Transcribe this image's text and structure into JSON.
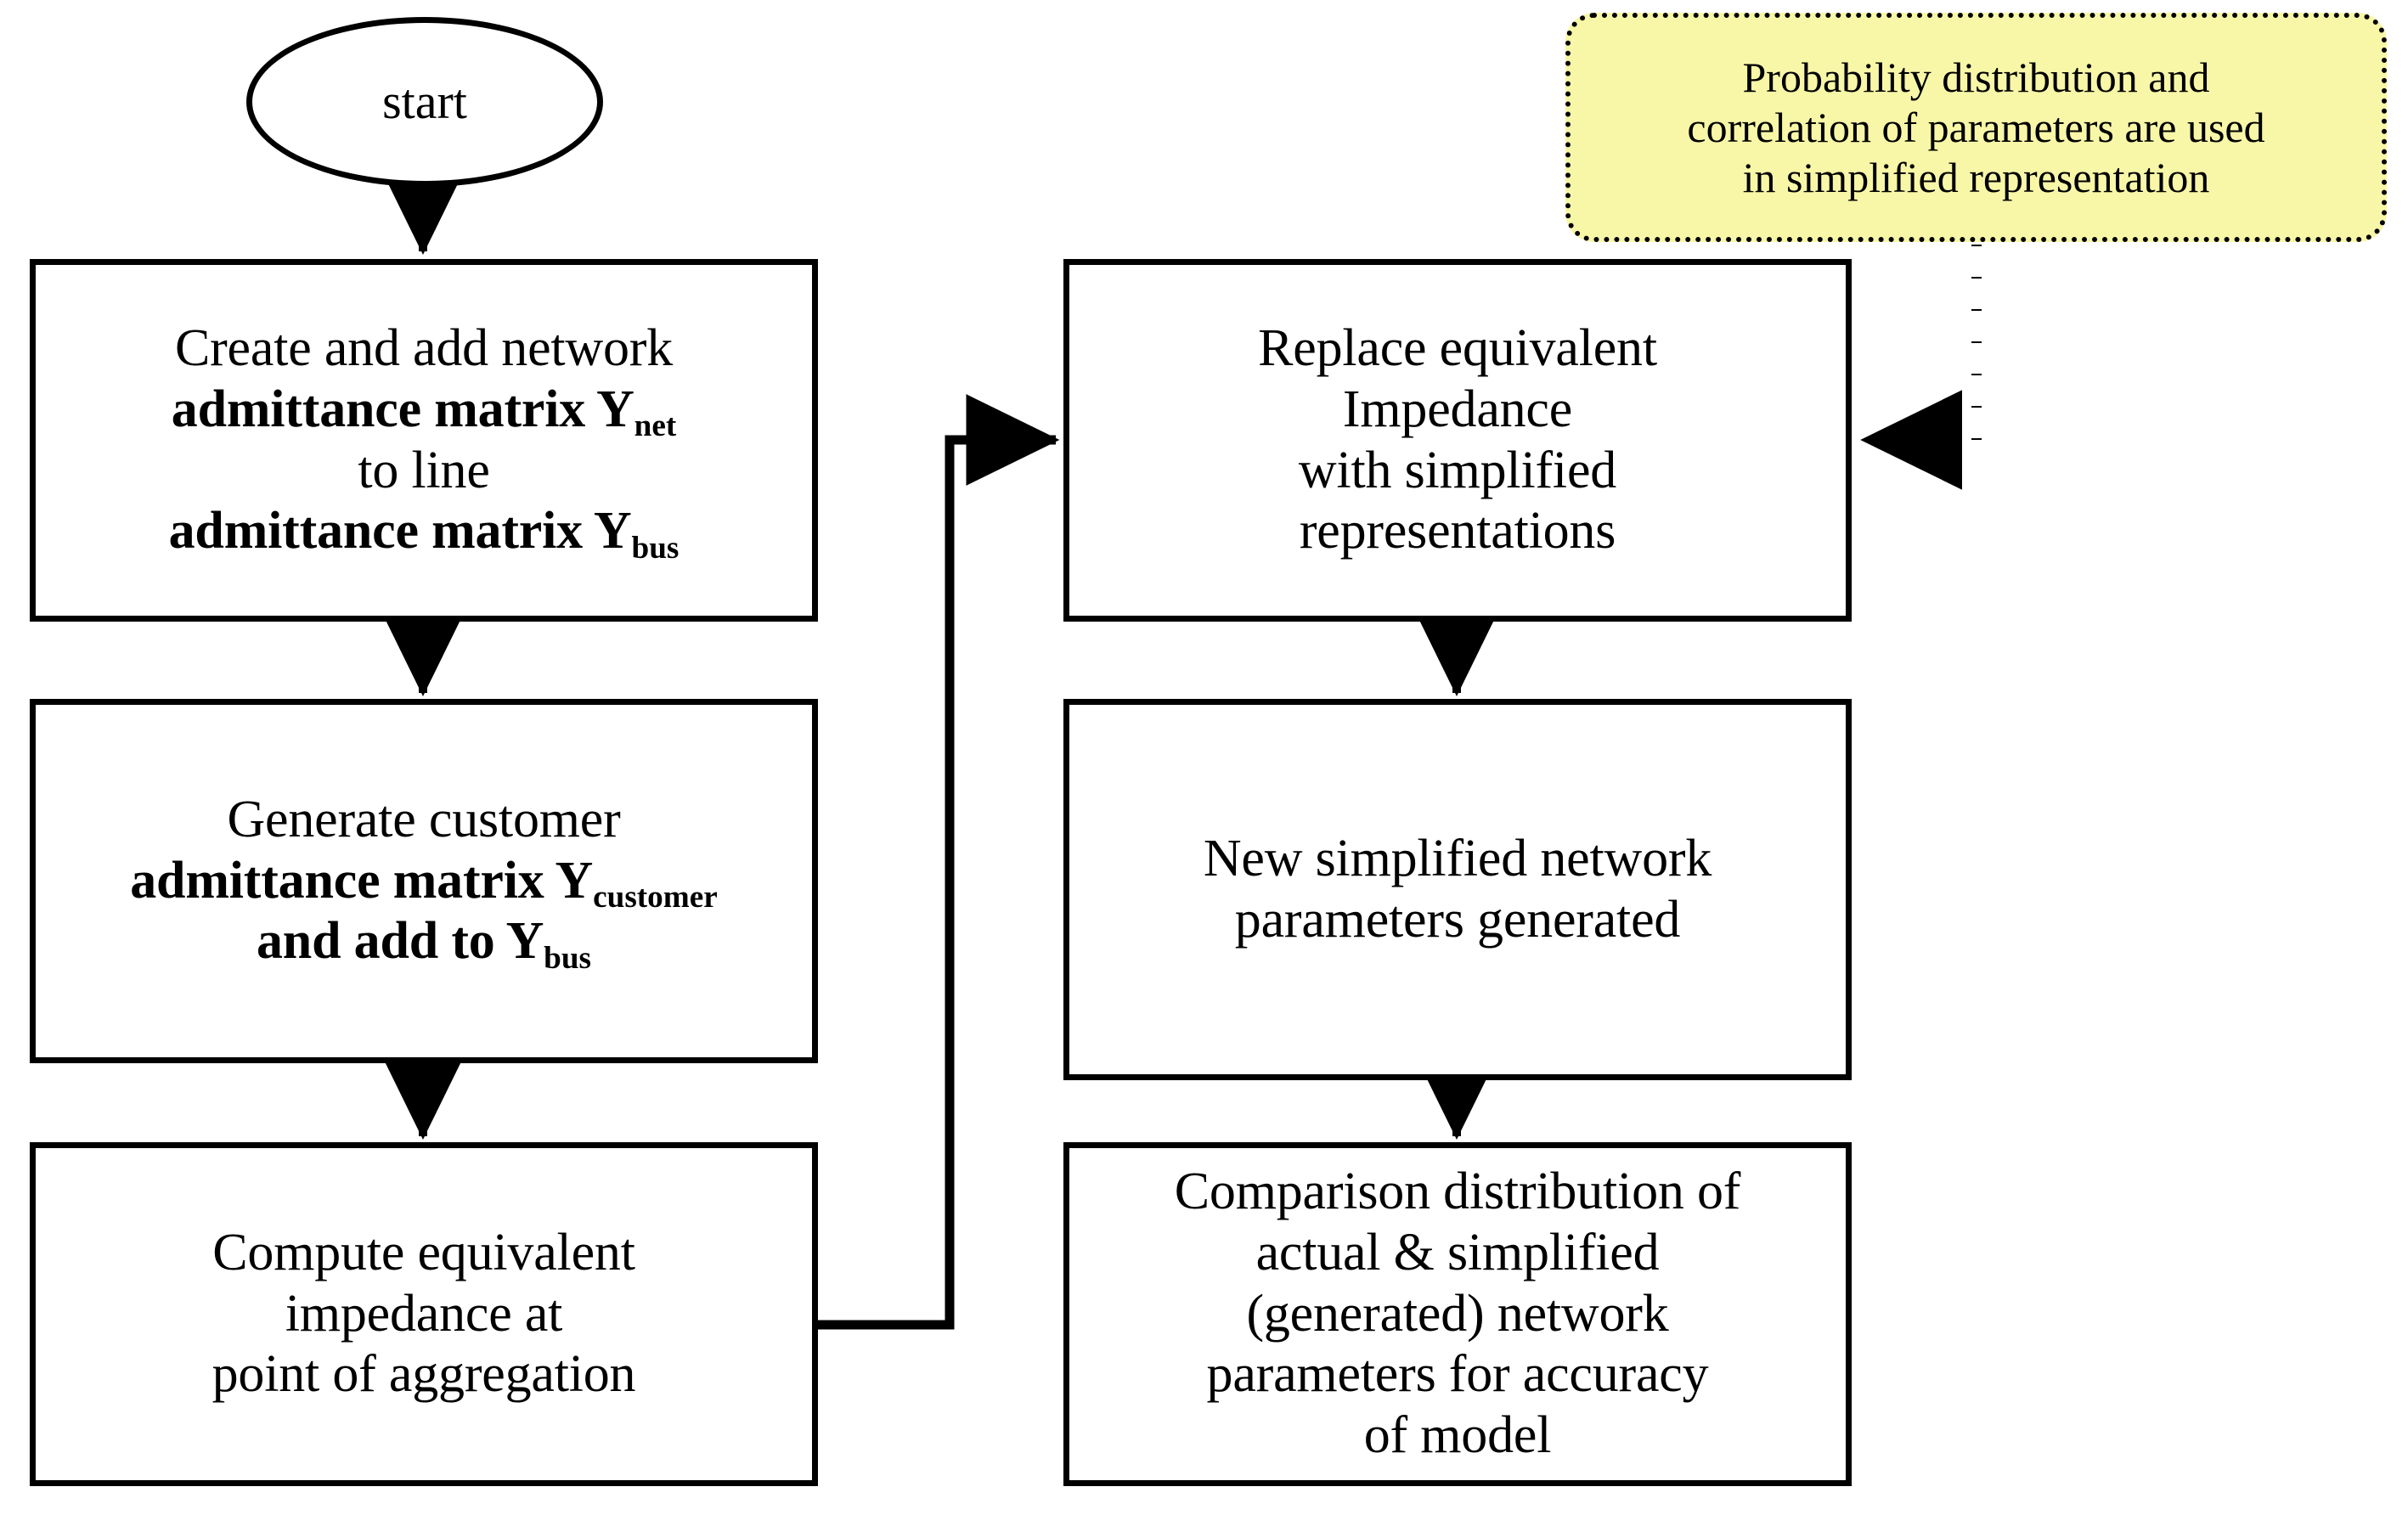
{
  "diagram": {
    "title": "Network simplification flowchart",
    "background_color": "#ffffff",
    "stroke_color": "#000000",
    "note_fill_color": "#f8f7a8"
  },
  "nodes": {
    "start": {
      "label": "start",
      "shape": "ellipse"
    },
    "left": [
      {
        "id": "create-add-network-admittance",
        "shape": "process",
        "lines": [
          {
            "text": "Create and add network",
            "sub": ""
          },
          {
            "text": "admittance matrix Y",
            "sub": "net"
          },
          {
            "text": "to line",
            "sub": ""
          },
          {
            "text": "admittance matrix Y",
            "sub": "bus"
          }
        ],
        "plain": "Create and add network admittance matrix Ynet to line admittance matrix Ybus"
      },
      {
        "id": "generate-customer-admittance",
        "shape": "process",
        "lines": [
          {
            "text": "Generate customer",
            "sub": ""
          },
          {
            "text": "admittance matrix Y",
            "sub": "customer"
          },
          {
            "text": "and add to  Y",
            "sub": "bus"
          }
        ],
        "plain": "Generate customer admittance matrix Ycustomer and add to Ybus"
      },
      {
        "id": "compute-equivalent-impedance",
        "shape": "process",
        "lines": [
          {
            "text": "Compute equivalent",
            "sub": ""
          },
          {
            "text": "impedance at",
            "sub": ""
          },
          {
            "text": "point of aggregation",
            "sub": ""
          }
        ],
        "plain": "Compute equivalent impedance at point of aggregation"
      }
    ],
    "right": [
      {
        "id": "replace-equivalent-impedance",
        "shape": "process",
        "lines": [
          {
            "text": "Replace equivalent",
            "sub": ""
          },
          {
            "text": "Impedance",
            "sub": ""
          },
          {
            "text": "with simplified",
            "sub": ""
          },
          {
            "text": "representations",
            "sub": ""
          }
        ],
        "plain": "Replace equivalent Impedance with simplified representations"
      },
      {
        "id": "new-simplified-network-parameters",
        "shape": "process",
        "lines": [
          {
            "text": "New simplified network",
            "sub": ""
          },
          {
            "text": "parameters generated",
            "sub": ""
          }
        ],
        "plain": "New simplified network parameters generated"
      },
      {
        "id": "comparison-distribution",
        "shape": "process",
        "lines": [
          {
            "text": "Comparison distribution of",
            "sub": ""
          },
          {
            "text": "actual & simplified",
            "sub": ""
          },
          {
            "text": "(generated) network",
            "sub": ""
          },
          {
            "text": "parameters for accuracy",
            "sub": ""
          },
          {
            "text": "of model",
            "sub": ""
          }
        ],
        "plain": "Comparison distribution of actual & simplified (generated) network parameters for accuracy of model"
      }
    ],
    "note": {
      "id": "probability-distribution-note",
      "shape": "rounded-dotted-note",
      "lines": [
        "Probability distribution and",
        "correlation of parameters are used",
        "in simplified representation"
      ],
      "plain": "Probability distribution and correlation of parameters are used in simplified representation"
    }
  },
  "edges": [
    {
      "id": "start-to-create",
      "from": "start",
      "to": "create-add-network-admittance",
      "style": "solid",
      "arrow": "down"
    },
    {
      "id": "create-to-generate",
      "from": "create-add-network-admittance",
      "to": "generate-customer-admittance",
      "style": "solid",
      "arrow": "down"
    },
    {
      "id": "generate-to-compute",
      "from": "generate-customer-admittance",
      "to": "compute-equivalent-impedance",
      "style": "solid",
      "arrow": "down"
    },
    {
      "id": "compute-to-replace",
      "from": "compute-equivalent-impedance",
      "to": "replace-equivalent-impedance",
      "style": "solid",
      "arrow": "right",
      "routing": "orthogonal"
    },
    {
      "id": "replace-to-new",
      "from": "replace-equivalent-impedance",
      "to": "new-simplified-network-parameters",
      "style": "solid",
      "arrow": "down"
    },
    {
      "id": "new-to-comparison",
      "from": "new-simplified-network-parameters",
      "to": "comparison-distribution",
      "style": "solid",
      "arrow": "down"
    },
    {
      "id": "note-to-replace",
      "from": "probability-distribution-note",
      "to": "replace-equivalent-impedance",
      "style": "dotted",
      "arrow": "left",
      "routing": "orthogonal"
    }
  ]
}
